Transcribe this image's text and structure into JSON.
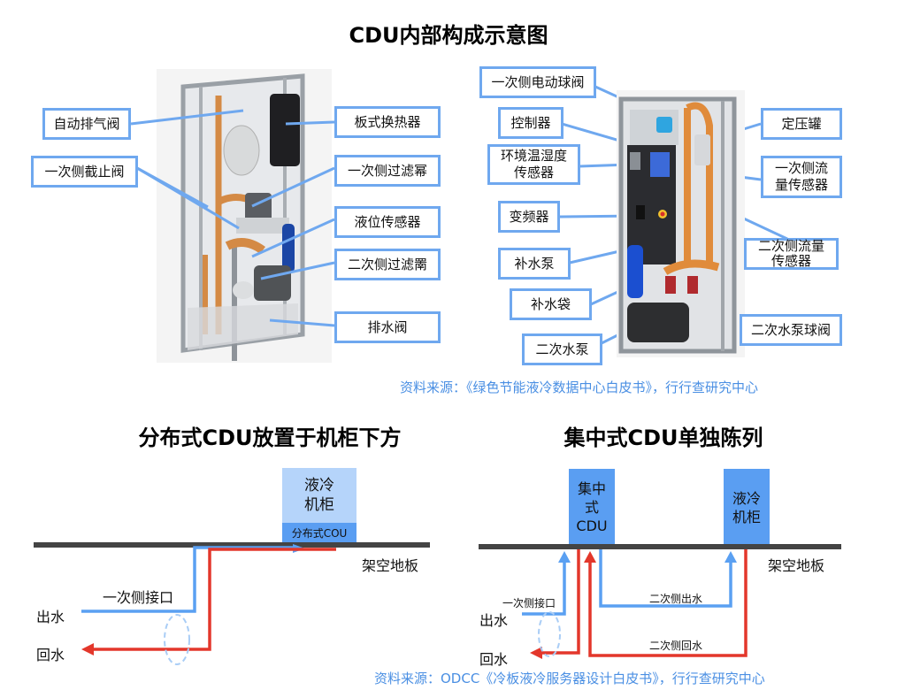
{
  "top": {
    "title": "CDU内部构成示意图",
    "left_labels": {
      "auto_exhaust_valve": "自动排气阀",
      "primary_shutoff_valve": "一次侧截止阀",
      "plate_heat_exchanger": "板式换热器",
      "primary_filter": "一次侧过滤幂",
      "level_sensor": "液位传感器",
      "secondary_filter": "二次侧过滤罱",
      "drain_valve": "排水阀"
    },
    "right_labels": {
      "primary_electric_ball_valve": "一次侧电动球阀",
      "controller": "控制器",
      "env_sensor": "环境温湿度\n传感器",
      "env_sensor_line1": "环境温湿度",
      "env_sensor_line2": "传感器",
      "inverter": "变频器",
      "makeup_pump": "补水泵",
      "makeup_bag": "补水袋",
      "secondary_pump": "二次水泵",
      "pressure_tank": "定压罐",
      "primary_flow_sensor_line1": "一次侧流",
      "primary_flow_sensor_line2": "量传感器",
      "secondary_flow_sensor_line1": "二次侧流量",
      "secondary_flow_sensor_line2": "传感器",
      "secondary_pump_ball_valve": "二次水泵球阀"
    },
    "source": "资料来源：《绿色节能液冷数据中心白皮书》，行行查研究中心"
  },
  "bottom_left": {
    "title": "分布式CDU放置于机柜下方",
    "cabinet_line1": "液冷",
    "cabinet_line2": "机柜",
    "cdu_label": "分布式COU",
    "floor_label": "架空地板",
    "interface_label": "一次侧接口",
    "outlet_label": "出水",
    "return_label": "回水"
  },
  "bottom_right": {
    "title": "集中式CDU单独陈列",
    "cdu_line1": "集中",
    "cdu_line2": "式",
    "cdu_line3": "CDU",
    "cabinet_line1": "液冷",
    "cabinet_line2": "机柜",
    "floor_label": "架空地板",
    "interface_label": "一次侧接口",
    "outlet_label": "出水",
    "return_label": "回水",
    "secondary_outlet": "二次侧出水",
    "secondary_return": "二次侧回水"
  },
  "bottom_source": "资料来源：ODCC《冷板液冷服务器设计白皮书》，行行查研究中心",
  "colors": {
    "label_border": "#6fa8ef",
    "blue_pipe": "#5aa0f2",
    "red_pipe": "#e3372b",
    "floor": "#444444",
    "cabinet_light": "#b5d4fa",
    "cdu_blue": "#5a9ef2",
    "source_text": "#4a8fe3"
  }
}
